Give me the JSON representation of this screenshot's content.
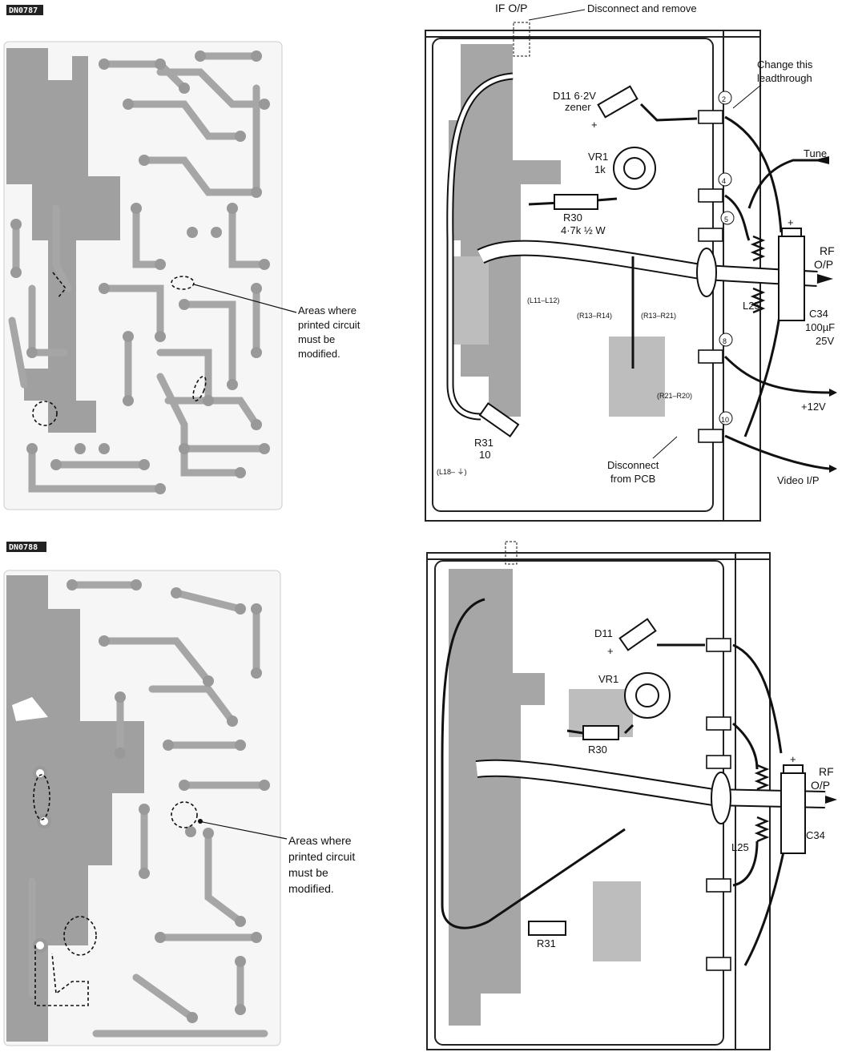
{
  "figure_tags": {
    "top": "DN0787",
    "bottom": "DN0788"
  },
  "top_left": {
    "callout": [
      "Areas where",
      "printed circuit",
      "must be",
      "modified."
    ]
  },
  "top_right": {
    "if_op": "IF O/P",
    "disconnect_remove": "Disconnect and remove",
    "change_lead": [
      "Change this",
      "leadthrough"
    ],
    "d11": [
      "D11 6·2V",
      "zener"
    ],
    "vr1": [
      "VR1",
      "1k"
    ],
    "r30": [
      "R30",
      "4·7k ½ W"
    ],
    "tune": "Tune",
    "rf_op": [
      "RF",
      "O/P"
    ],
    "l25": "L25",
    "c34": [
      "C34",
      "100µF",
      "25V"
    ],
    "plus12": "+12V",
    "video": "Video I/P",
    "l11_l12": "(L11–L12)",
    "r13_r14": "(R13–R14)",
    "r13_r21": "(R13–R21)",
    "r21_r20": "(R21–R20)",
    "r31": [
      "R31",
      "10"
    ],
    "l18": "(L18– ⏚)",
    "disconnect_pcb": [
      "Disconnect",
      "from PCB"
    ],
    "pins": [
      "2",
      "4",
      "5",
      "8",
      "10"
    ],
    "plus": "+"
  },
  "bottom_left": {
    "callout": [
      "Areas where",
      "printed circuit",
      "must be",
      "modified."
    ]
  },
  "bottom_right": {
    "d11": "D11",
    "vr1": "VR1",
    "r30": "R30",
    "rf_op": [
      "RF",
      "O/P"
    ],
    "l25": "L25",
    "c34": "C34",
    "r31": "R31",
    "plus": "+"
  },
  "colors": {
    "copper": "#a6a6a6",
    "board": "#f4f4f4",
    "ink": "#111111"
  }
}
